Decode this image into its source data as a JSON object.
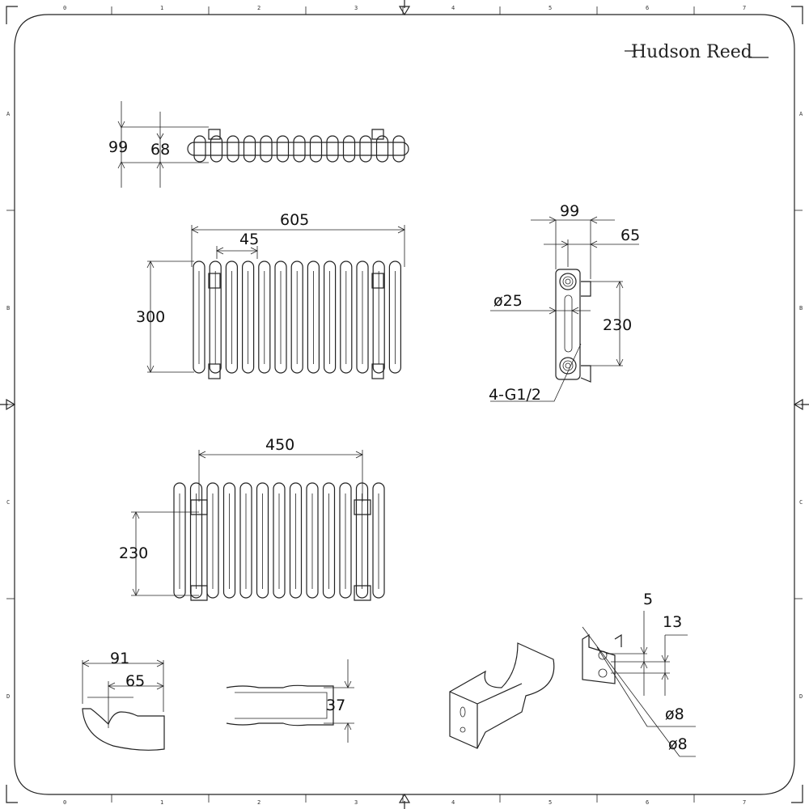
{
  "brand": "Hudson Reed",
  "ruler": {
    "columns": [
      "0",
      "1",
      "2",
      "3",
      "4",
      "5",
      "6",
      "7"
    ],
    "rows": [
      "A",
      "B",
      "C",
      "D"
    ]
  },
  "top_view": {
    "depth": "99",
    "column_depth": "68"
  },
  "front_view": {
    "width": "605",
    "pitch": "45",
    "height": "300"
  },
  "side_view": {
    "depth": "99",
    "offset": "65",
    "diameter": "ø25",
    "centers": "230",
    "connections": "4-G1/2"
  },
  "rear_view": {
    "bracket_spacing": "450",
    "bracket_height": "230"
  },
  "bracket_side": {
    "width": "91",
    "offset": "65"
  },
  "bracket_top": {
    "height": "37"
  },
  "bracket_detail": {
    "thickness": "5",
    "spacing": "13",
    "hole1": "ø8",
    "hole2": "ø8"
  },
  "columns_count": 13
}
